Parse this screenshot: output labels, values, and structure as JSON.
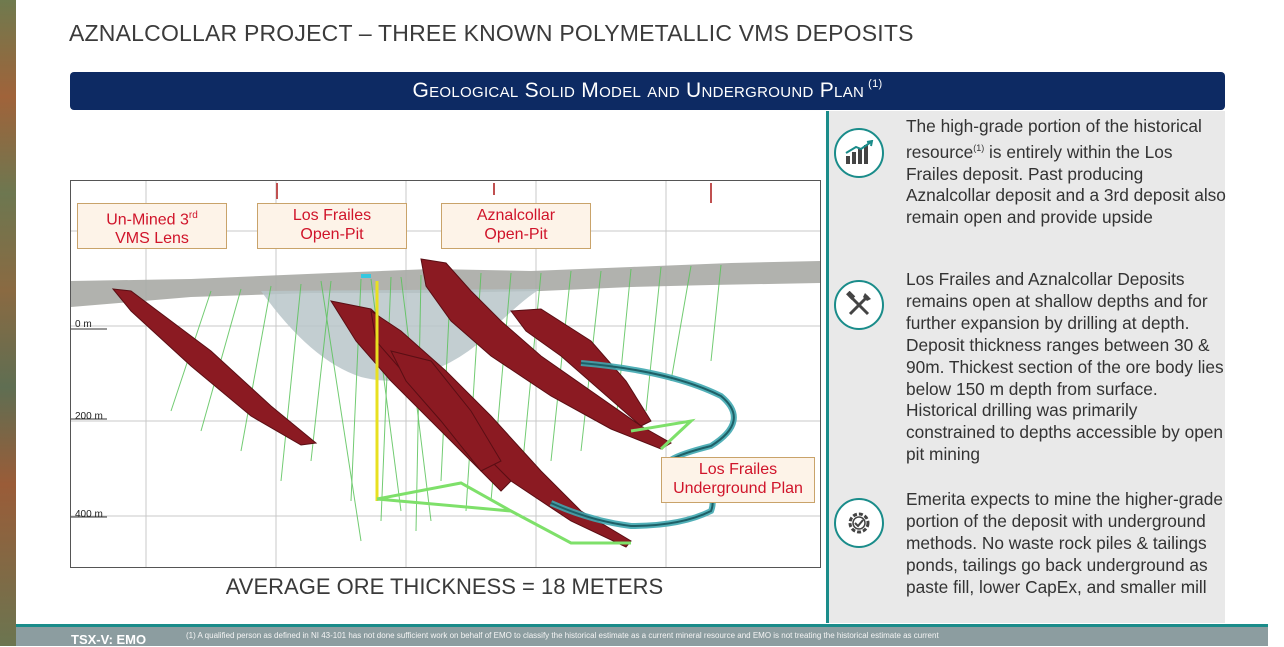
{
  "slide": {
    "title": "AZNALCOLLAR PROJECT – THREE KNOWN POLYMETALLIC VMS DEPOSITS",
    "banner": "Geological Solid Model and Underground Plan",
    "banner_ref": "(1)",
    "avg_thickness": "AVERAGE ORE THICKNESS = 18 METERS"
  },
  "figure": {
    "labels": {
      "unmined_line1": "Un-Mined 3",
      "unmined_sup": "rd",
      "unmined_line2": "VMS Lens",
      "losfrailes_pit_line1": "Los Frailes",
      "losfrailes_pit_line2": "Open-Pit",
      "aznalcollar_pit_line1": "Aznalcollar",
      "aznalcollar_pit_line2": "Open-Pit",
      "underground_line1": "Los Frailes",
      "underground_line2": "Underground Plan"
    },
    "depths": {
      "d0": "0 m",
      "d200": "200 m",
      "d400": "400 m"
    }
  },
  "bullets": [
    {
      "icon": "growth-chart-icon",
      "text_a": "The high-grade portion of the historical resource",
      "text_sup": "(1)",
      "text_b": " is entirely within the Los Frailes deposit. Past producing Aznalcollar deposit and a 3rd deposit also remain open and provide upside"
    },
    {
      "icon": "hammer-shovel-icon",
      "text": "Los Frailes and Aznalcollar Deposits remains open at shallow depths and for further expansion by drilling at depth. Deposit thickness ranges between 30 & 90m. Thickest section of the ore body lies below 150 m depth from surface. Historical drilling was primarily constrained to depths accessible by open pit mining"
    },
    {
      "icon": "gear-check-icon",
      "text": "Emerita expects to mine the higher-grade portion of the deposit with underground methods. No waste rock piles & tailings ponds, tailings go back underground as paste fill, lower CapEx, and smaller mill"
    }
  ],
  "footer": {
    "ticker": "TSX-V: EMO",
    "footnote": "(1) A qualified person as defined in NI 43-101 has not done sufficient work on behalf of EMO to classify the historical estimate as a current mineral resource and EMO is not treating the historical estimate as current"
  },
  "colors": {
    "navy": "#0d2a63",
    "teal": "#1a8c8a",
    "callout_red": "#d0142a",
    "ore_red": "#8b1a22"
  }
}
